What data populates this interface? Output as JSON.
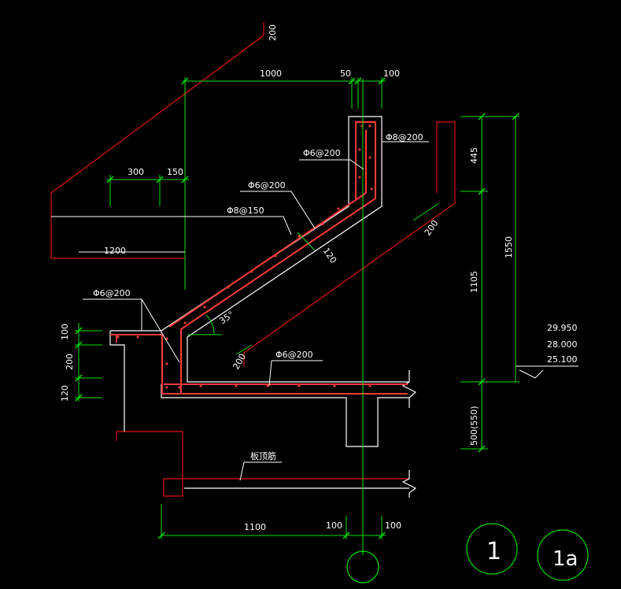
{
  "colors": {
    "background": "#000000",
    "outline": "#e01010",
    "dimension": "#00e000",
    "text": "#ffffff",
    "rebar": "#ff3b3b",
    "grid_axis": "#00ff00"
  },
  "dimensions": {
    "top_h_1000": "1000",
    "top_h_50": "50",
    "top_h_100": "100",
    "mid_h_300": "300",
    "mid_h_150": "150",
    "mid_h_1200": "1200",
    "top_v_200": "200",
    "right_v_445": "445",
    "right_v_1105": "1105",
    "right_v_1550": "1550",
    "right_v_500": "500(550)",
    "left_v_100": "100",
    "left_v_200": "200",
    "left_v_120": "120",
    "slab_thk_120": "120",
    "slab_off_200a": "200",
    "slab_off_200b": "200",
    "bottom_h_1100": "1100",
    "bottom_h_100a": "100",
    "bottom_h_100b": "100"
  },
  "rebar_labels": {
    "top_corner": "Φ6@200",
    "top_right": "Φ8@200",
    "slab_dist": "Φ6@200",
    "slab_main": "Φ8@150",
    "left_corner": "Φ6@200",
    "bottom_slab": "Φ6@200",
    "lower_slab": "板顶筋"
  },
  "angle_label": "35°",
  "elevations": [
    "29.950",
    "28.000",
    "25.100"
  ],
  "axis_bubbles": [
    "1",
    "1a"
  ]
}
